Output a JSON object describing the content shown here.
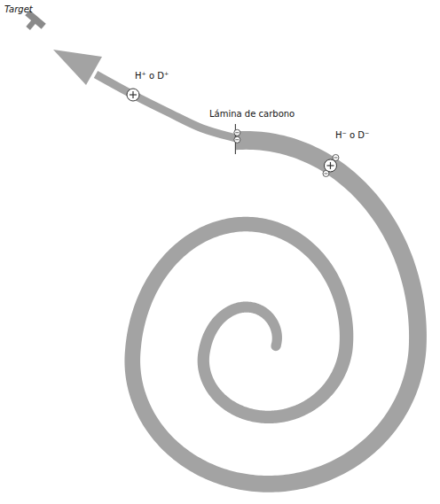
{
  "diagram": {
    "labels": [
      "Target",
      "H⁺ o D⁺",
      "Lámina de carbono",
      "H⁻ o D⁻"
    ]
  }
}
